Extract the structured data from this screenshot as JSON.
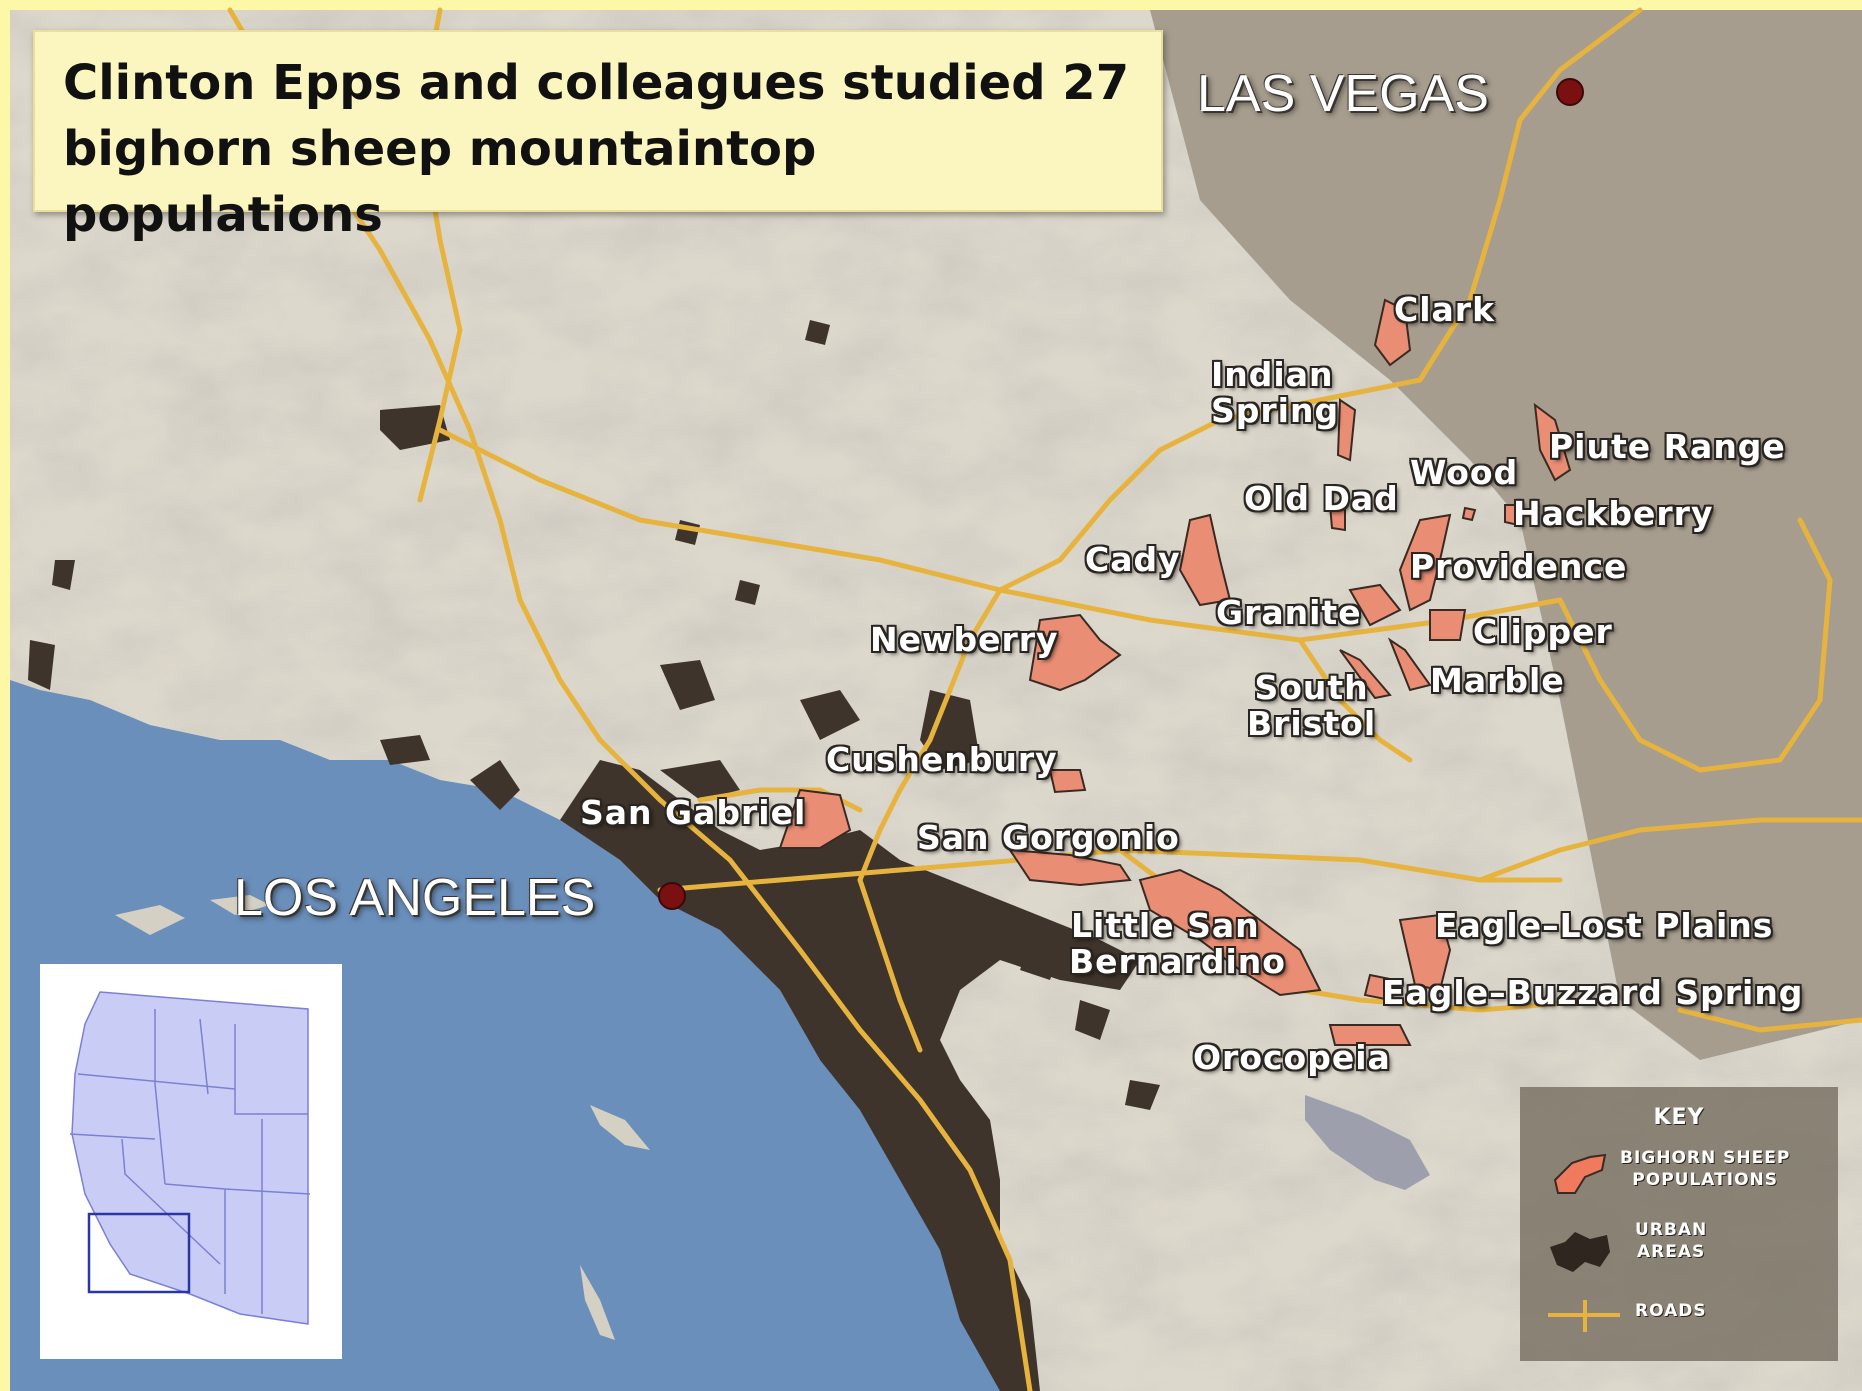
{
  "title": "Clinton Epps and colleagues studied 27\nbighorn sheep mountaintop populations",
  "cities": {
    "las_vegas": "LAS VEGAS",
    "los_angeles": "LOS ANGELES"
  },
  "populations": [
    {
      "name": "Clark"
    },
    {
      "name": "Indian Spring",
      "line1": "Indian",
      "line2": "Spring"
    },
    {
      "name": "Piute Range"
    },
    {
      "name": "Wood"
    },
    {
      "name": "Old Dad"
    },
    {
      "name": "Hackberry"
    },
    {
      "name": "Cady"
    },
    {
      "name": "Providence"
    },
    {
      "name": "Granite"
    },
    {
      "name": "Clipper"
    },
    {
      "name": "Newberry"
    },
    {
      "name": "South Bristol",
      "line1": "South",
      "line2": "Bristol"
    },
    {
      "name": "Marble"
    },
    {
      "name": "Cushenbury"
    },
    {
      "name": "San Gabriel"
    },
    {
      "name": "San Gorgonio"
    },
    {
      "name": "Little San Bernardino",
      "line1": "Little San",
      "line2": "Bernardino"
    },
    {
      "name": "Eagle–Lost Plains"
    },
    {
      "name": "Eagle–Buzzard Spring"
    },
    {
      "name": "Orocopeia"
    }
  ],
  "key": {
    "heading": "KEY",
    "sheep": "BIGHORN SHEEP\nPOPULATIONS",
    "urban": "URBAN\nAREAS",
    "roads": "ROADS"
  },
  "colors": {
    "ocean": "#6a8fbb",
    "land": "#ddd8cc",
    "nevada": "#a69d8e",
    "urban": "#3e342b",
    "sheep": "#e98d74",
    "road": "#e6b43e",
    "lake": "#9da0ac"
  }
}
